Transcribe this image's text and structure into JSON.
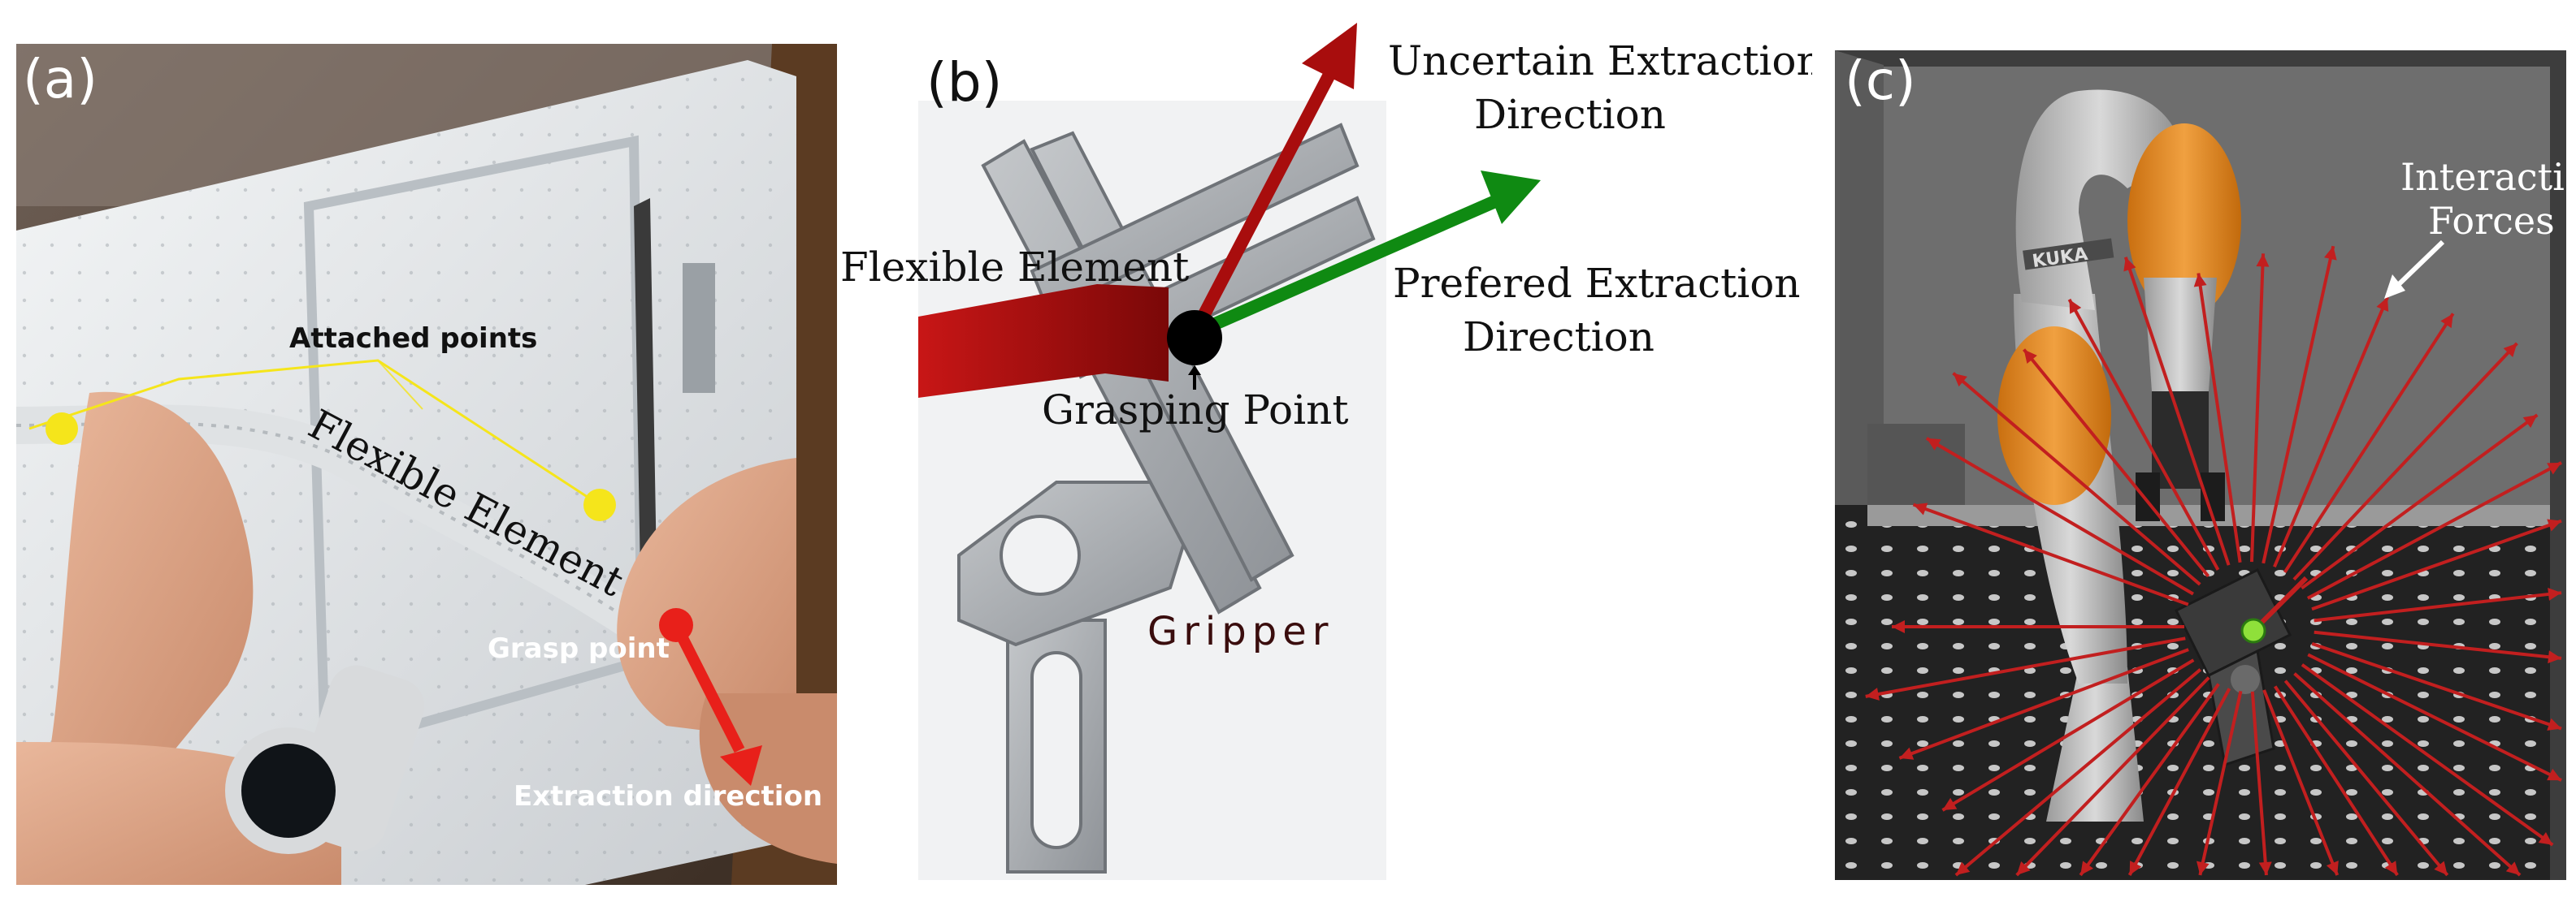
{
  "panel_a": {
    "letter": "(a)",
    "attached_points": "Attached points",
    "flexible_element": "Flexible Element",
    "grasp_point": "Grasp point",
    "extraction_direction": "Extraction direction"
  },
  "panel_b": {
    "letter": "(b)",
    "uncertain_line1": "Uncertain Extraction",
    "uncertain_line2": "Direction",
    "prefered_line1": "Prefered Extraction",
    "prefered_line2": "Direction",
    "flexible_element": "Flexible Element",
    "grasping_point": "Grasping Point",
    "gripper": "Gripper"
  },
  "panel_c": {
    "letter": "(c)",
    "interaction_line1": "Interaction",
    "interaction_line2": "Forces",
    "robot_brand": "KUKA"
  },
  "colors": {
    "marker_yellow": "#f5e51b",
    "grasp_red": "#e8201a",
    "uncertain_arrow": "#a80d0d",
    "prefered_arrow": "#0f8a12",
    "force_arrow": "#c21f1f",
    "robot_orange": "#e88a1c"
  }
}
